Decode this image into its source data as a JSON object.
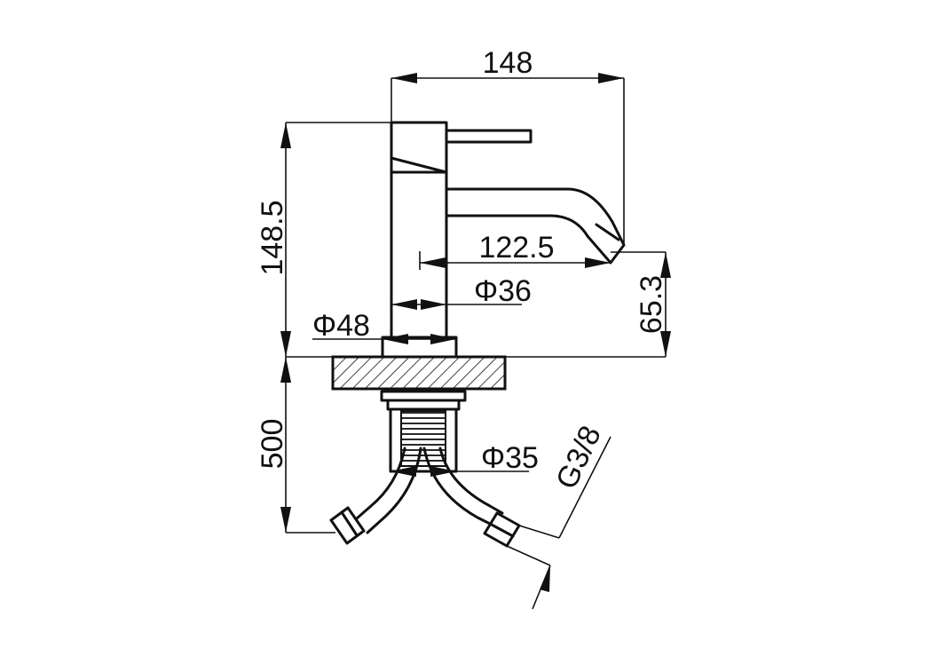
{
  "dimensions": {
    "spout_reach": "148",
    "total_height": "148.5",
    "spout_projection": "122.5",
    "body_diameter": "Φ36",
    "base_diameter": "Φ48",
    "spout_height": "65.3",
    "hose_length": "500",
    "shank_diameter": "Φ35",
    "connection_thread": "G3/8"
  }
}
